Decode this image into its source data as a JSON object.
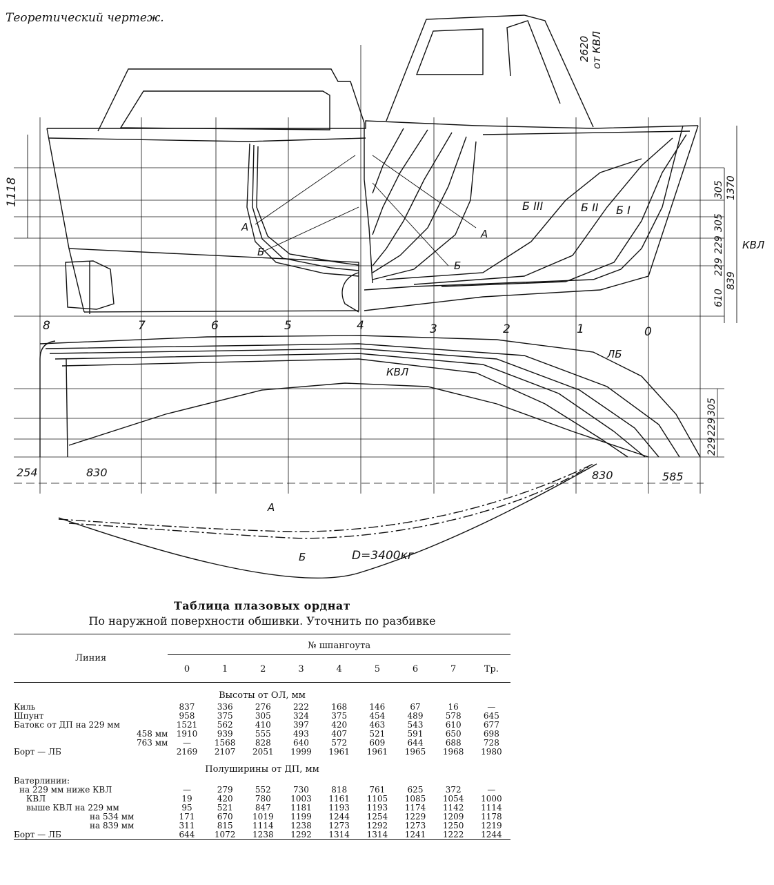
{
  "title": "Теоретический чертеж.",
  "drawing": {
    "station_labels": [
      "8",
      "7",
      "6",
      "5",
      "4",
      "3",
      "2",
      "1",
      "0"
    ],
    "dims_profile": {
      "d1118": "1118",
      "d2620": "2620",
      "d_ot_kvl": "от КВЛ",
      "d305a": "305",
      "d305b": "305",
      "d229a": "229",
      "d229b": "229",
      "d610": "610",
      "d1370": "1370",
      "d839": "839",
      "kvl": "КВЛ"
    },
    "buttock_labels": [
      "Б III",
      "Б II",
      "Б I"
    ],
    "diagonal_labels": {
      "a": "А",
      "b": "Б"
    },
    "plan_labels": {
      "lb": "ЛБ",
      "kvl": "КВЛ"
    },
    "plan_dims": {
      "d305": "305",
      "d229a": "229",
      "d229b": "229"
    },
    "bottom_dims": {
      "d254": "254",
      "d830a": "830",
      "d830b": "830",
      "d585": "585"
    },
    "displacement_labels": {
      "a": "А",
      "b": "Б",
      "d": "D=3400кг"
    }
  },
  "table": {
    "title": "Таблица плазовых орднат",
    "subtitle": "По наружной поверхности обшивки. Уточнить по разбивке",
    "lines_header": "Линия",
    "frame_header": "№ шпангоута",
    "columns": [
      "0",
      "1",
      "2",
      "3",
      "4",
      "5",
      "6",
      "7",
      "Тр."
    ],
    "heights_header": "Высоты от ОЛ, мм",
    "heights_rows": [
      {
        "label": "Киль",
        "values": [
          "837",
          "336",
          "276",
          "222",
          "168",
          "146",
          "67",
          "16",
          "—"
        ]
      },
      {
        "label": "Шпунт",
        "values": [
          "958",
          "375",
          "305",
          "324",
          "375",
          "454",
          "489",
          "578",
          "645"
        ]
      },
      {
        "label": "Батокс от ДП на 229 мм",
        "values": [
          "1521",
          "562",
          "410",
          "397",
          "420",
          "463",
          "543",
          "610",
          "677"
        ]
      },
      {
        "label": "458 мм",
        "values": [
          "1910",
          "939",
          "555",
          "493",
          "407",
          "521",
          "591",
          "650",
          "698"
        ]
      },
      {
        "label": "763 мм",
        "values": [
          "—",
          "1568",
          "828",
          "640",
          "572",
          "609",
          "644",
          "688",
          "728"
        ]
      },
      {
        "label": "Борт — ЛБ",
        "values": [
          "2169",
          "2107",
          "2051",
          "1999",
          "1961",
          "1961",
          "1965",
          "1968",
          "1980"
        ]
      }
    ],
    "breadths_header": "Полуширины от ДП, мм",
    "waterlines_label": "Ватерлинии:",
    "breadths_rows": [
      {
        "label": "на 229 мм ниже КВЛ",
        "values": [
          "—",
          "279",
          "552",
          "730",
          "818",
          "761",
          "625",
          "372",
          "—"
        ]
      },
      {
        "label": "КВЛ",
        "values": [
          "19",
          "420",
          "780",
          "1003",
          "1161",
          "1105",
          "1085",
          "1054",
          "1000"
        ]
      },
      {
        "label": "выше КВЛ на 229 мм",
        "values": [
          "95",
          "521",
          "847",
          "1181",
          "1193",
          "1193",
          "1174",
          "1142",
          "1114"
        ]
      },
      {
        "label": "на 534 мм",
        "values": [
          "171",
          "670",
          "1019",
          "1199",
          "1244",
          "1254",
          "1229",
          "1209",
          "1178"
        ]
      },
      {
        "label": "на 839 мм",
        "values": [
          "311",
          "815",
          "1114",
          "1238",
          "1273",
          "1292",
          "1273",
          "1250",
          "1219"
        ]
      },
      {
        "label": "Борт — ЛБ",
        "values": [
          "644",
          "1072",
          "1238",
          "1292",
          "1314",
          "1314",
          "1241",
          "1222",
          "1244"
        ]
      }
    ]
  }
}
